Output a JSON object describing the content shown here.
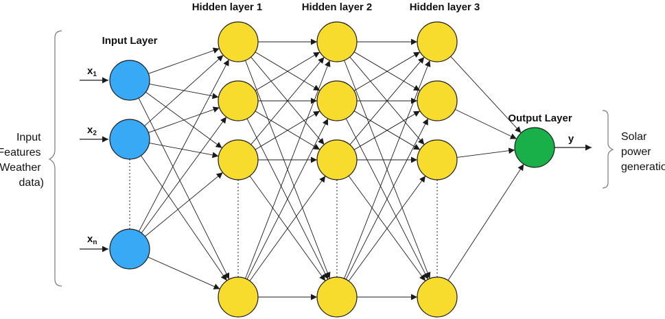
{
  "layer_titles": {
    "input": "Input Layer",
    "hidden1": "Hidden layer 1",
    "hidden2": "Hidden layer 2",
    "hidden3": "Hidden layer 3",
    "output": "Output Layer"
  },
  "inputs": {
    "x1_base": "x",
    "x1_sub": "1",
    "x2_base": "x",
    "x2_sub": "2",
    "xn_base": "x",
    "xn_sub": "n"
  },
  "output_label": "y",
  "left_description": {
    "line1": "Input",
    "line2": "Features",
    "line3": "(Weather",
    "line4": "data)"
  },
  "right_description": {
    "line1": "Solar",
    "line2": "power",
    "line3": "generation"
  },
  "colors": {
    "input_node": "#37a9f5",
    "hidden_node": "#f7dc2e",
    "output_node": "#19b04a",
    "stroke": "#1a1a1a"
  }
}
